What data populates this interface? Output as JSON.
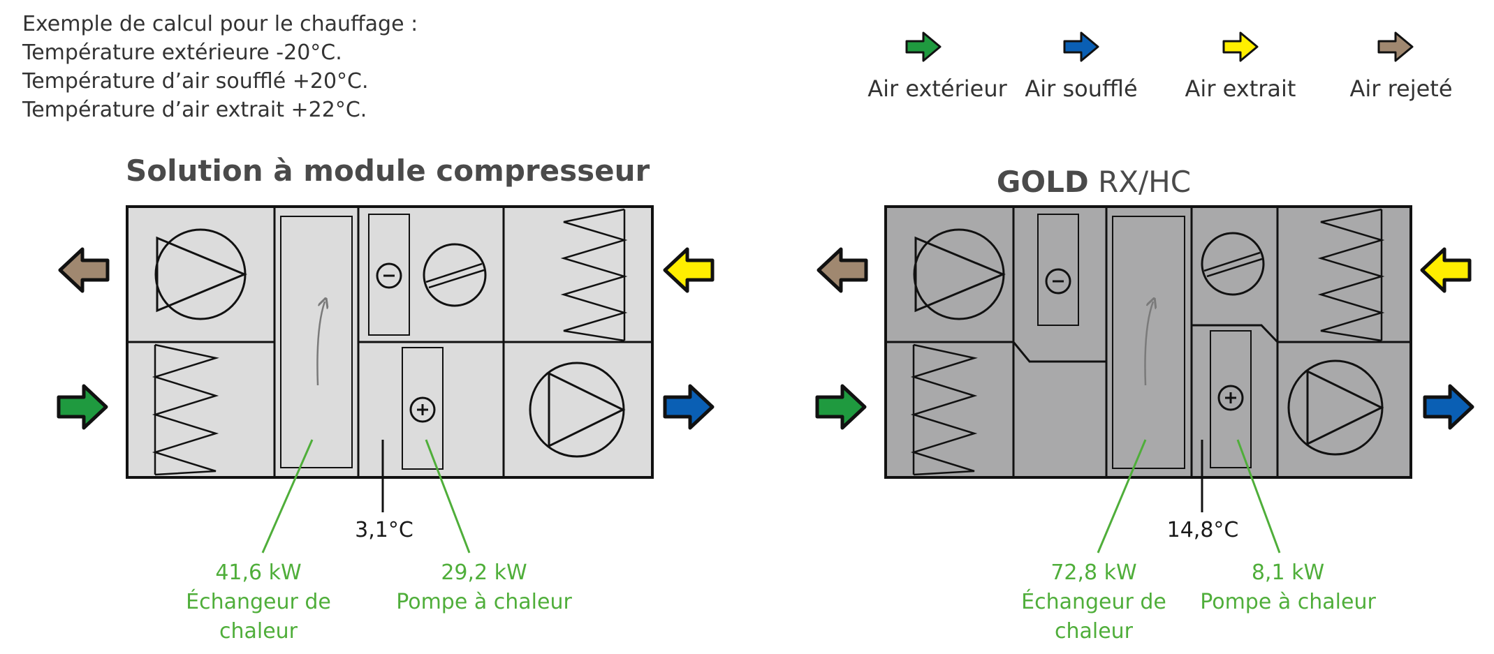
{
  "intro": {
    "line1": "Exemple de calcul pour le chauffage :",
    "line2": "Température extérieure -20°C.",
    "line3": "Température d’air soufflé +20°C.",
    "line4": "Température d’air extrait +22°C."
  },
  "legend": [
    {
      "label": "Air extérieur",
      "color": "#1f9a3f",
      "icon": "arrow-right-icon"
    },
    {
      "label": "Air soufflé",
      "color": "#0a5fb4",
      "icon": "arrow-right-icon"
    },
    {
      "label": "Air extrait",
      "color": "#ffee00",
      "icon": "arrow-right-icon"
    },
    {
      "label": "Air rejeté",
      "color": "#a08870",
      "icon": "arrow-right-icon"
    }
  ],
  "left": {
    "title": "Solution à module compresseur",
    "temperature": "3,1°C",
    "exchanger_power": "41,6 kW",
    "exchanger_label_1": "Échangeur de",
    "exchanger_label_2": "chaleur",
    "heatpump_power": "29,2 kW",
    "heatpump_label": "Pompe à chaleur",
    "fill": "#dcdcdc"
  },
  "right": {
    "title_bold": "GOLD",
    "title_rest": " RX/HC",
    "temperature": "14,8°C",
    "exchanger_power": "72,8 kW",
    "exchanger_label_1": "Échangeur de",
    "exchanger_label_2": "chaleur",
    "heatpump_power": "8,1 kW",
    "heatpump_label": "Pompe à chaleur",
    "fill": "#a9a9aa"
  },
  "colors": {
    "outline": "#111111",
    "callout": "#4fae3a",
    "text": "#333333",
    "arrow_in_exchanger": "#7a7a7a"
  }
}
